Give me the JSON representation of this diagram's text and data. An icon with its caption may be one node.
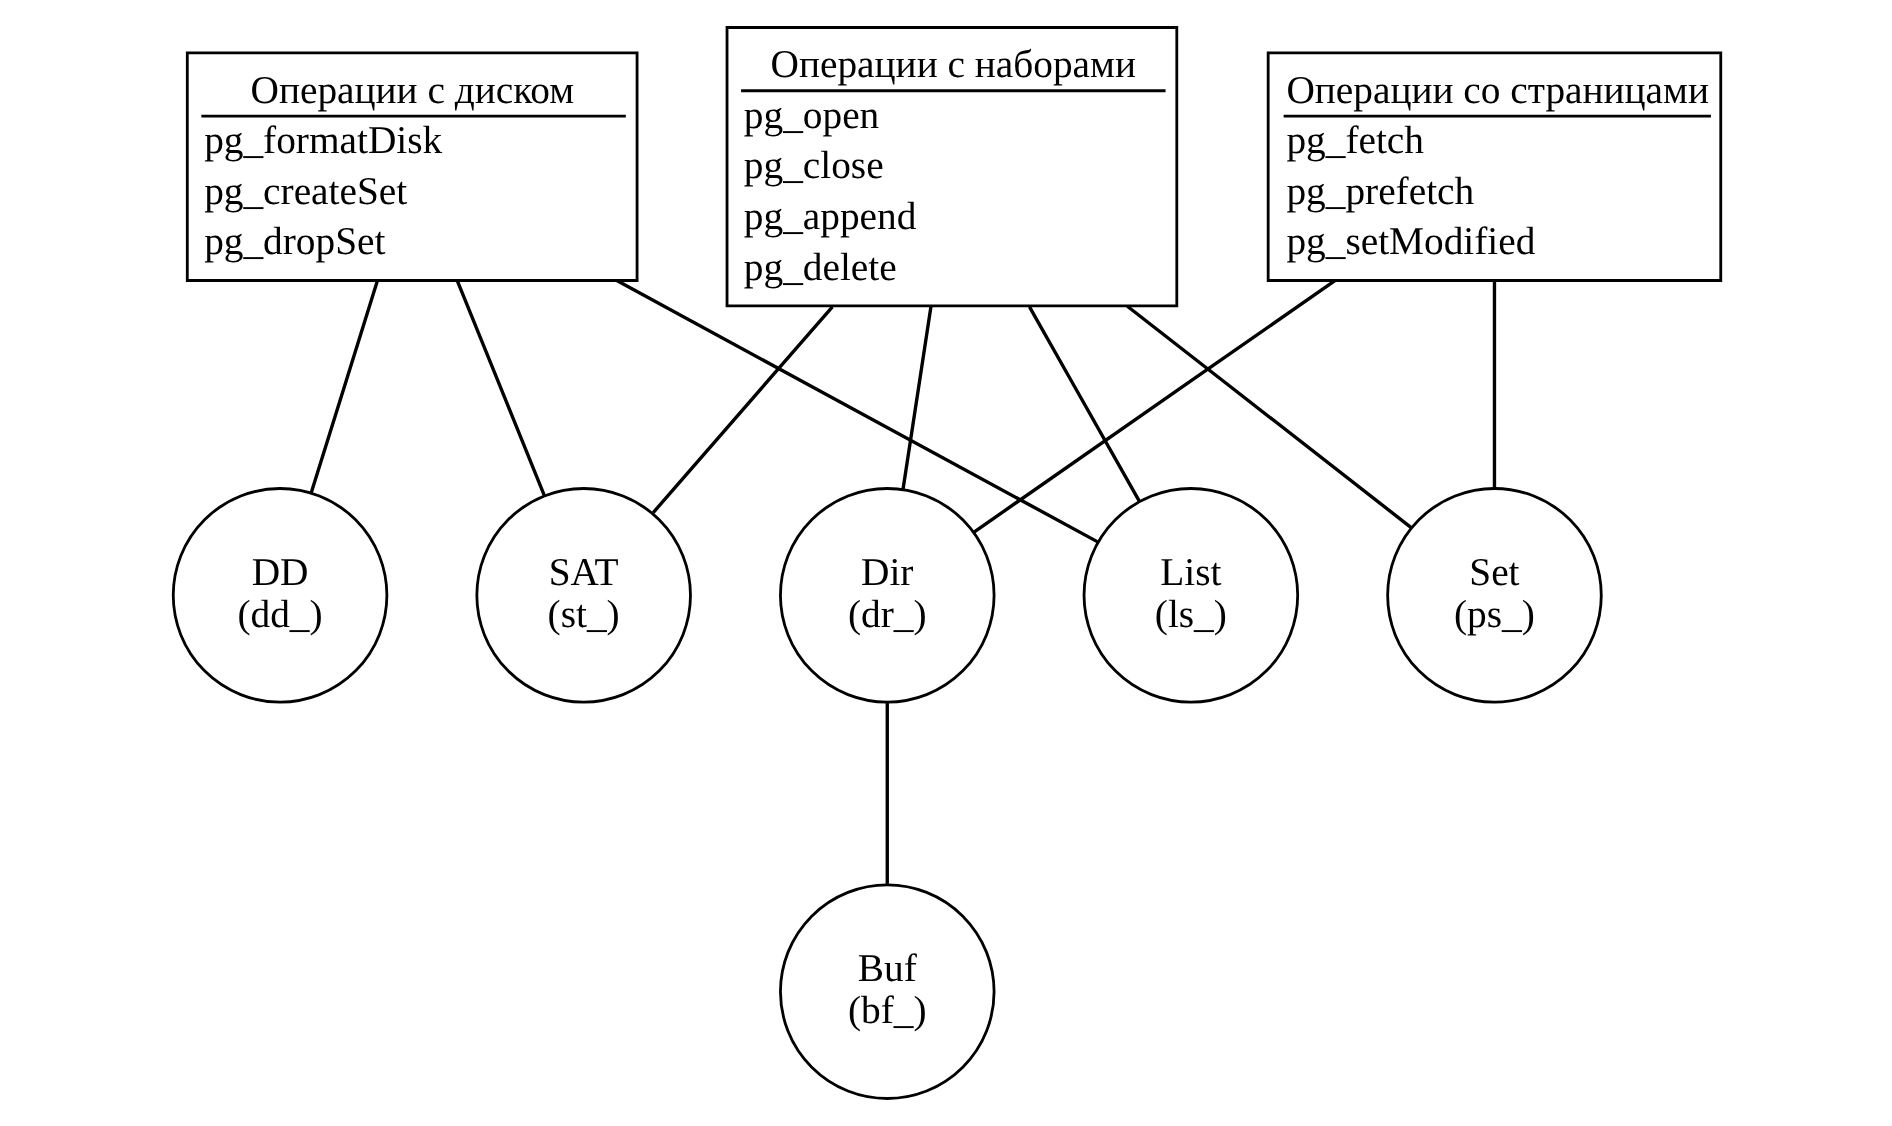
{
  "diagram": {
    "nodes": [
      {
        "text": [
          "Операции с диском",
          "pg_formatDisk",
          "pg_createSet",
          "pg_dropSet"
        ]
      },
      {
        "text": [
          "Операции со страницами",
          "pg_fetch",
          "pg_prefetch",
          "pg_setModified"
        ]
      },
      {
        "text": [
          "Операции с наборами",
          "pg_open",
          "pg_close",
          "pg_append",
          "pg_delete"
        ]
      },
      {
        "text": [
          "DD",
          "(dd_)"
        ]
      },
      {
        "text": [
          "SAT",
          "(st_)"
        ]
      },
      {
        "text": [
          "Dir",
          "(dr_)"
        ]
      },
      {
        "text": [
          "List",
          "(ls_)"
        ]
      },
      {
        "text": [
          "Set",
          "(ps_)"
        ]
      },
      {
        "text": [
          "Buf",
          "(bf_)"
        ]
      }
    ],
    "edges": [
      {
        "from": 0,
        "to": 3,
        "arrow": "none"
      },
      {
        "from": 0,
        "to": 4,
        "arrow": "none"
      },
      {
        "from": 0,
        "to": 6,
        "arrow": "none"
      },
      {
        "from": 1,
        "to": 5,
        "arrow": "none"
      },
      {
        "from": 1,
        "to": 7,
        "arrow": "none"
      },
      {
        "from": 2,
        "to": 4,
        "arrow": "none"
      },
      {
        "from": 2,
        "to": 5,
        "arrow": "none"
      },
      {
        "from": 2,
        "to": 6,
        "arrow": "none"
      },
      {
        "from": 2,
        "to": 7,
        "arrow": "none"
      },
      {
        "from": 5,
        "to": 8,
        "arrow": "none"
      }
    ]
  }
}
